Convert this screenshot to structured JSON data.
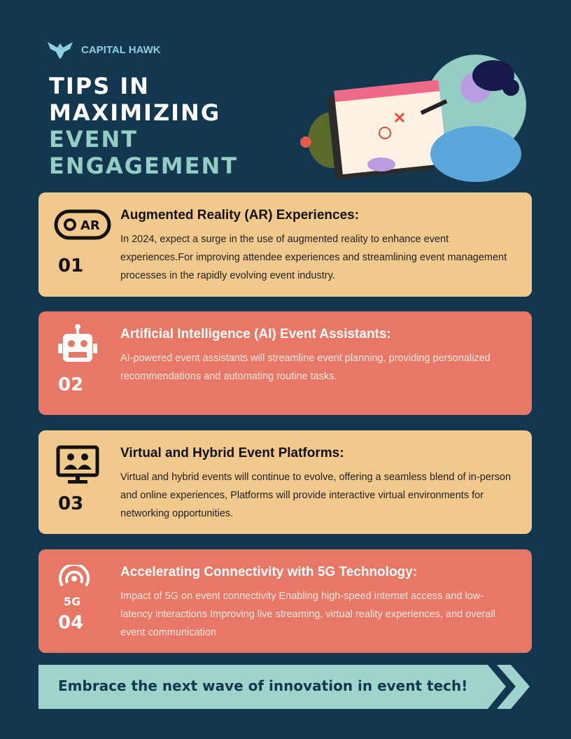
{
  "brand": {
    "name": "CAPITAL HAWK"
  },
  "title": {
    "line1": "TIPS IN",
    "line2": "MAXIMIZING",
    "line3": "EVENT",
    "line4": "ENGAGEMENT"
  },
  "colors": {
    "background": "#12374f",
    "cream": "#f2c98d",
    "coral": "#e87865",
    "teal": "#93cdc3"
  },
  "tips": [
    {
      "number": "01",
      "icon": "ar-icon",
      "icon_text": "AR",
      "heading": "Augmented Reality (AR) Experiences:",
      "body": "In 2024, expect a surge in the use of augmented reality to enhance event experiences.For improving attendee experiences and streamlining event management processes in the rapidly evolving event industry."
    },
    {
      "number": "02",
      "icon": "robot-icon",
      "heading": "Artificial Intelligence (AI) Event Assistants:",
      "body": "AI-powered event assistants will streamline event planning, providing personalized recommendations and automating routine tasks."
    },
    {
      "number": "03",
      "icon": "monitor-people-icon",
      "heading": "Virtual and Hybrid Event Platforms:",
      "body": "Virtual and hybrid events will continue to evolve, offering a seamless blend of in-person and online experiences, Platforms will provide interactive virtual environments for networking opportunities."
    },
    {
      "number": "04",
      "icon": "5g-signal-icon",
      "icon_text": "5G",
      "heading": "Accelerating Connectivity with 5G Technology:",
      "body": "Impact of 5G on event connectivity Enabling high-speed internet access and low-latency interactions Improving live streaming, virtual reality experiences, and overall event communication"
    }
  ],
  "banner": {
    "text": "Embrace the next wave of innovation in event tech!"
  }
}
